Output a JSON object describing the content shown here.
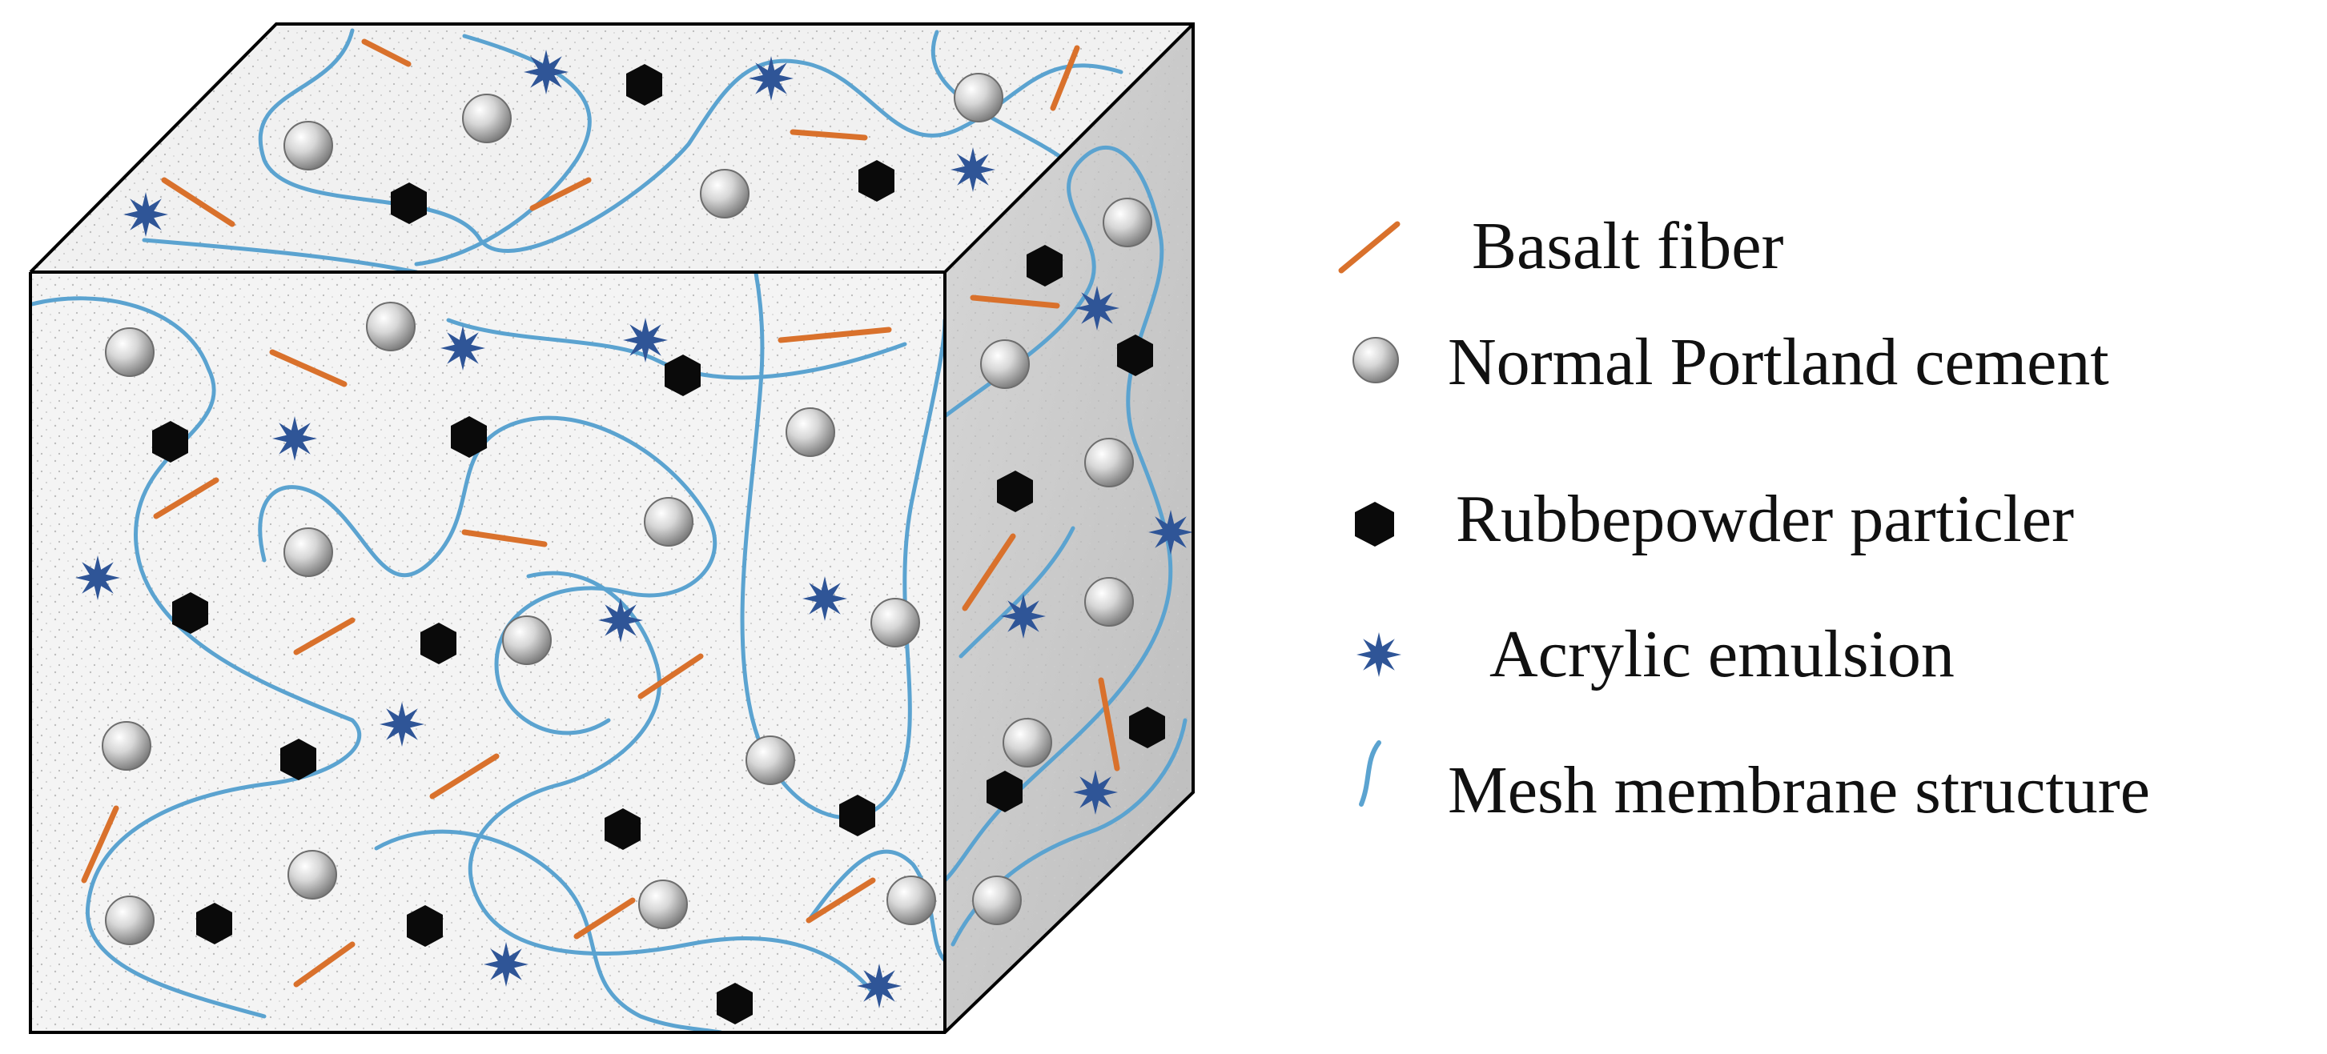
{
  "legend": {
    "items": [
      {
        "key": "basalt_fiber",
        "label": "Basalt fiber",
        "icon": "orange-line-icon"
      },
      {
        "key": "cement",
        "label": "Normal Portland cement",
        "icon": "gray-sphere-icon"
      },
      {
        "key": "rubber",
        "label": "Rubbepowder particler",
        "icon": "black-hexagon-icon"
      },
      {
        "key": "acrylic",
        "label": "Acrylic emulsion",
        "icon": "blue-star-icon"
      },
      {
        "key": "mesh",
        "label": "Mesh membrane structure",
        "icon": "blue-curve-icon"
      }
    ]
  },
  "colors": {
    "fiber": "#d9712c",
    "mesh": "#5ba3d0",
    "star": "#2f5597",
    "rubber": "#0a0a0a",
    "sphere_light": "#ececec",
    "sphere_dark": "#8f8f8f",
    "face_front": "#f4f4f4",
    "face_top": "#f1f1f1",
    "face_side": "#c9c9c9"
  }
}
